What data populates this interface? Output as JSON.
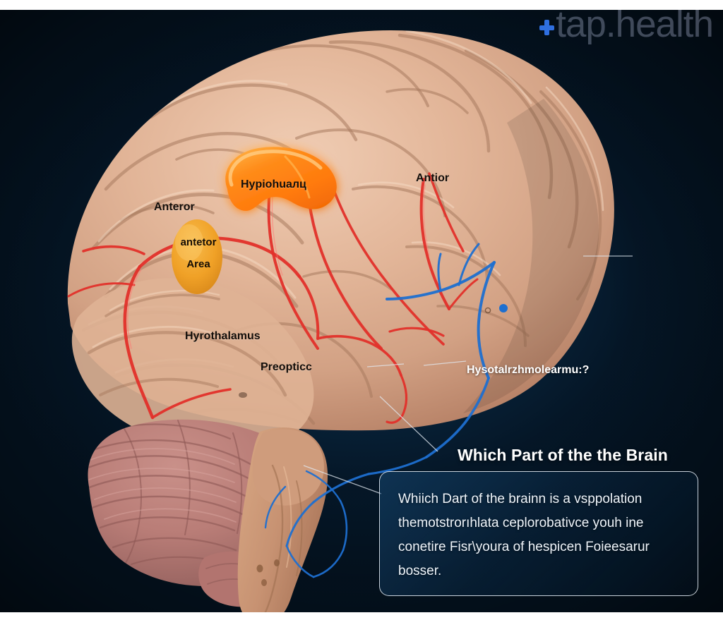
{
  "watermark": {
    "icon": "plus-icon",
    "text": "tap.health"
  },
  "figure": {
    "alt_name": "human-brain-lateral-illustration",
    "labels": [
      {
        "name": "label-anteror",
        "text": "Anteror"
      },
      {
        "name": "label-hypothalamus-highlight",
        "text": "Hypiohuaлц"
      },
      {
        "name": "label-antior",
        "text": "Antior"
      },
      {
        "name": "label-hyrothalamus",
        "text": "Hyrothalamus"
      },
      {
        "name": "label-preopticc",
        "text": "Preopticc"
      },
      {
        "name": "label-hysotal",
        "text": "Hysotalrzhmolearmu:?"
      }
    ],
    "shapes": {
      "hypothalamus_highlight_color": "#ff7d12",
      "preoptic_ellipse_color": "#f0a127",
      "preoptic_ellipse_line1": "antetor",
      "preoptic_ellipse_line2": "Area",
      "artery_color": "#e2302a",
      "vein_color": "#1d6fd0",
      "cortex_color": "#dcb096",
      "cerebellum_color": "#b57a76",
      "brainstem_color": "#c79272"
    }
  },
  "callout": {
    "title": "Which Part of the the Brain",
    "body_lines": [
      "Whiich Dart of the brainn is a vsppolation",
      "themotstrorıhlata ceplorobativce youh ine",
      "conetire Fisr\\youra of hespicen Foieesarur",
      "bosser."
    ]
  },
  "theme": {
    "background_center": "#104a74",
    "background_edge": "#02090f",
    "accent": "#2f6fe0",
    "panel_border": "#e2eaf2"
  }
}
